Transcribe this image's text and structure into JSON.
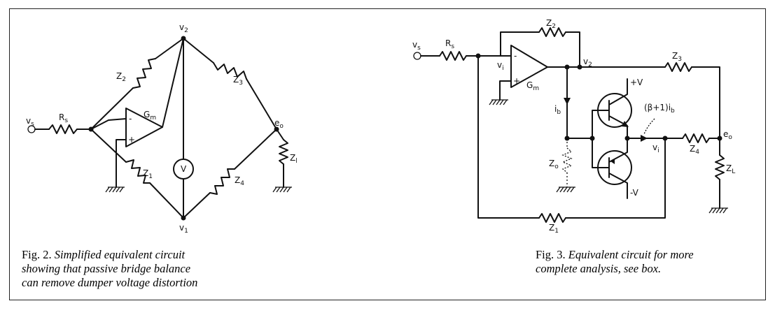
{
  "fig2": {
    "caption_prefix": "Fig. 2.",
    "caption_line1": "Simplified equivalent circuit",
    "caption_line2": "showing that passive bridge balance",
    "caption_line3": "can remove dumper voltage distortion",
    "labels": {
      "vs": "v",
      "vs_sub": "s",
      "rs": "R",
      "rs_sub": "s",
      "v2": "v",
      "v2_sub": "2",
      "v1": "v",
      "v1_sub": "1",
      "z2": "Z",
      "z2_sub": "2",
      "z3": "Z",
      "z3_sub": "3",
      "z1": "Z",
      "z1_sub": "1",
      "z4": "Z",
      "z4_sub": "4",
      "gm": "G",
      "gm_sub": "m",
      "eo": "e",
      "eo_sub": "o",
      "zl": "Z",
      "zl_sub": "l",
      "meter": "V",
      "minus": "-",
      "plus": "+"
    }
  },
  "fig3": {
    "caption_prefix": "Fig. 3.",
    "caption_line1": "Equivalent circuit for more",
    "caption_line2": "complete analysis, see box.",
    "labels": {
      "vs": "v",
      "vs_sub": "s",
      "rs": "R",
      "rs_sub": "s",
      "vi": "v",
      "vi_sub": "i",
      "z2": "Z",
      "z2_sub": "2",
      "v2": "v",
      "v2_sub": "2",
      "z3": "Z",
      "z3_sub": "3",
      "gm": "G",
      "gm_sub": "m",
      "ib": "i",
      "ib_sub": "b",
      "plus_v": "+V",
      "minus_v": "-V",
      "beta_current": "(β+1)i",
      "beta_sub": "b",
      "vi2": "v",
      "vi2_sub": "i",
      "z4": "Z",
      "z4_sub": "4",
      "eo": "e",
      "eo_sub": "o",
      "zo": "Z",
      "zo_sub": "o",
      "zl": "Z",
      "zl_sub": "L",
      "z1": "Z",
      "z1_sub": "1",
      "minus": "-",
      "plus": "+"
    }
  }
}
